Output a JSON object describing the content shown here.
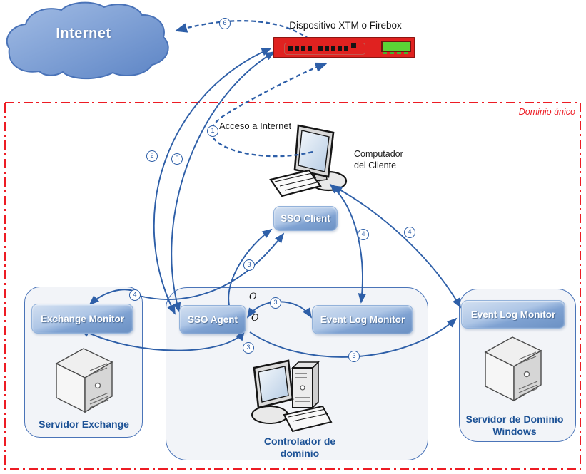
{
  "header": {
    "firebox_title": "Dispositivo XTM o Firebox",
    "internet_label": "Internet",
    "domain_label": "Dominio único"
  },
  "client": {
    "access_label": "Acceso a Internet",
    "name_line1": "Computador",
    "name_line2": "del Cliente"
  },
  "nodes": {
    "sso_client": "SSO Client",
    "sso_agent": "SSO Agent",
    "exchange_monitor": "Exchange Monitor",
    "event_log_monitor_mid": "Event Log Monitor",
    "event_log_monitor_right": "Event Log Monitor"
  },
  "captions": {
    "servidor_exchange": "Servidor Exchange",
    "controlador_line1": "Controlador de",
    "controlador_line2": "dominio",
    "servidor_dominio_line1": "Servidor de Dominio",
    "servidor_dominio_line2": "Windows"
  },
  "steps": {
    "s1": "1",
    "s2": "2",
    "s3": "3",
    "s4": "4",
    "s5": "5",
    "s6": "6"
  },
  "markers": {
    "o_upper": "O",
    "o_lower": "O"
  },
  "colors": {
    "arrow_blue": "#2E5FA8",
    "domain_red": "#ED1C24",
    "firebox_red": "#E02220",
    "lcd_green": "#5BD336",
    "cloud_blue": "#6C93CE",
    "node_blue": "#6B91C4",
    "panel_border_blue": "#4A74B8",
    "caption_blue": "#1D5296"
  }
}
